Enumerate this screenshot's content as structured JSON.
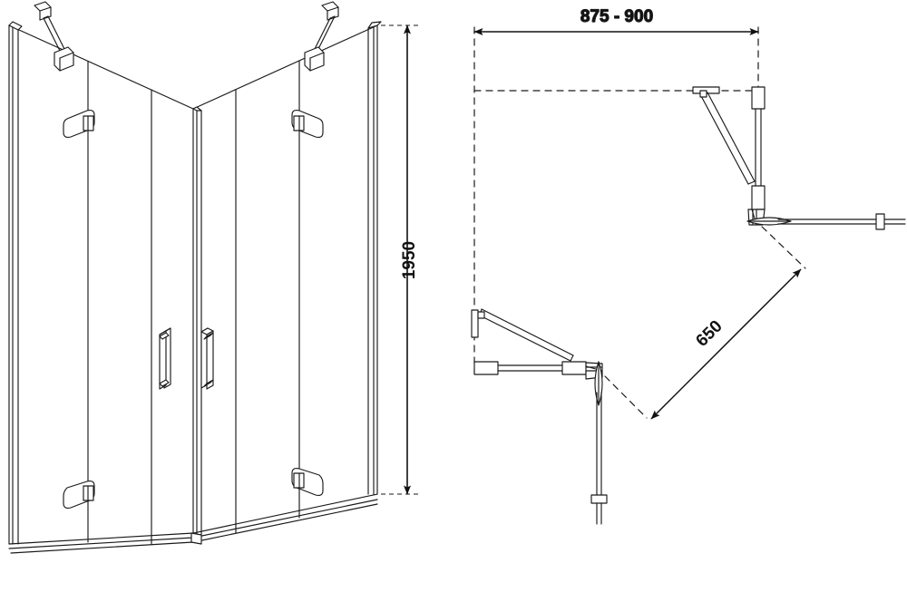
{
  "drawing": {
    "type": "technical-drawing",
    "subject": "corner-shower-enclosure-with-two-hinged-doors",
    "views": [
      {
        "name": "isometric-view",
        "position": "left"
      },
      {
        "name": "plan-view",
        "position": "right"
      }
    ]
  },
  "dimensions": {
    "width": {
      "label": "875 - 900",
      "view": "plan-view",
      "orientation": "horizontal",
      "unit": "mm"
    },
    "height": {
      "label": "1950",
      "view": "isometric-view",
      "orientation": "vertical",
      "unit": "mm"
    },
    "door_opening": {
      "label": "650",
      "view": "plan-view",
      "orientation": "diagonal",
      "unit": "mm"
    }
  },
  "colors": {
    "line": "#1a1a1a",
    "line_light": "#5a5a5a",
    "background": "#ffffff",
    "glass_fill": "#ffffff"
  },
  "components": {
    "door_handle": "vertical-bar-handle",
    "hinge": "glass-to-glass-hinge",
    "stabilizer_bar": "wall-to-glass-support-bar",
    "corner_post": "corner-profile"
  }
}
